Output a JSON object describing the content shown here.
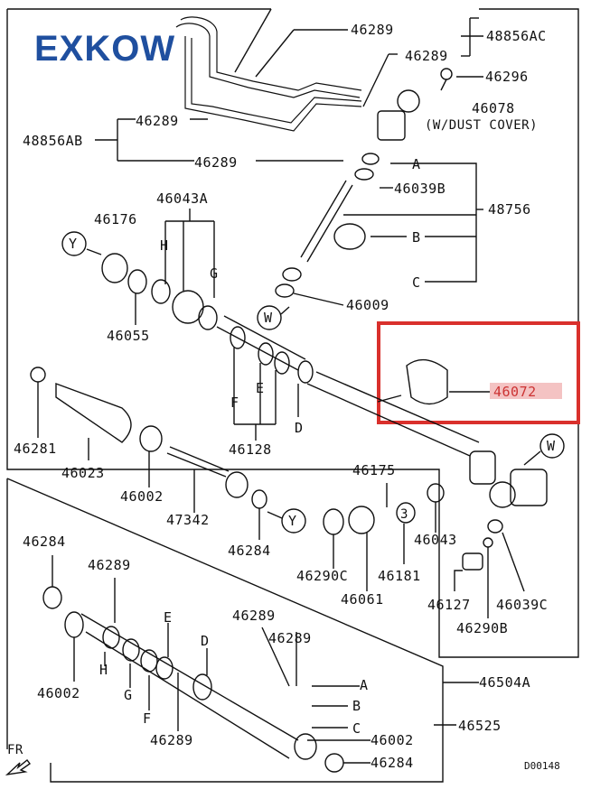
{
  "brand": "EXKOW",
  "highlight_part": "46072",
  "drawing_code": "D00148",
  "fr_label": "FR",
  "notes": {
    "dust_cover": "(W/DUST COVER)"
  },
  "parts": [
    "48856AC",
    "46289",
    "46289",
    "46296",
    "46078",
    "48856AB",
    "46289",
    "46289",
    "A",
    "46039B",
    "48756",
    "46043A",
    "46176",
    "H",
    "B",
    "Y",
    "G",
    "C",
    "46009",
    "46055",
    "W",
    "46072",
    "W",
    "46281",
    "46023",
    "F",
    "E",
    "D",
    "46128",
    "46175",
    "46002",
    "47342",
    "Y",
    "46284",
    "46043",
    "3",
    "46290C",
    "46061",
    "46181",
    "46127",
    "46039C",
    "46290B",
    "46284",
    "46289",
    "E",
    "46289",
    "46289",
    "A",
    "46002",
    "H",
    "G",
    "F",
    "D",
    "B",
    "C",
    "46002",
    "46289",
    "46284",
    "46504A",
    "46525"
  ]
}
